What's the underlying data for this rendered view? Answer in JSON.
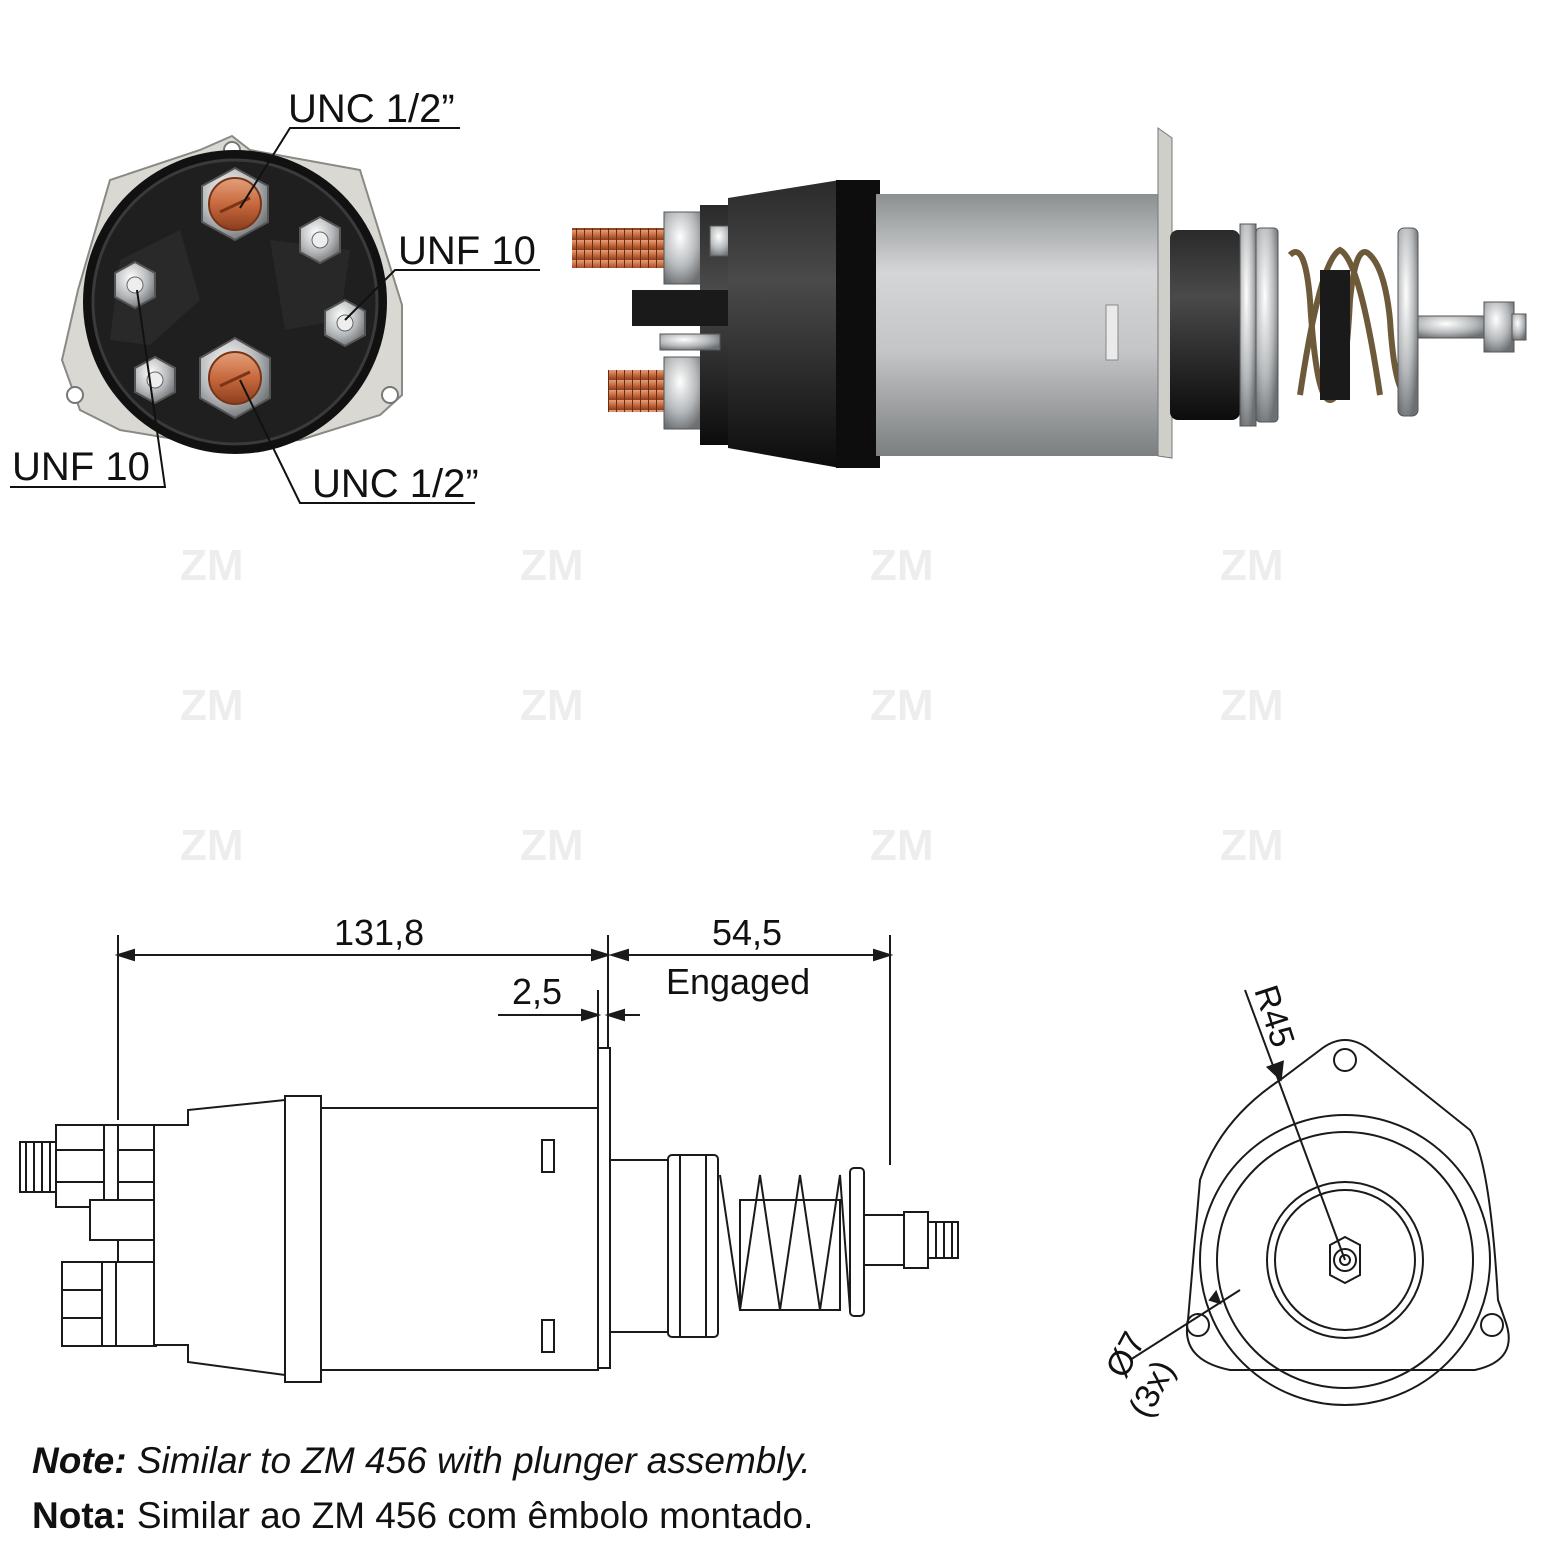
{
  "front_view_labels": {
    "top_terminal": "UNC 1/2”",
    "right_terminal": "UNF 10",
    "left_terminal": "UNF 10",
    "bottom_terminal": "UNC 1/2”"
  },
  "dimensions": {
    "overall_length": "131,8",
    "flange_thickness": "2,5",
    "plunger_length": "54,5",
    "plunger_state": "Engaged",
    "radius": "R45",
    "hole_diameter": "Ø7",
    "hole_count": "(3x)"
  },
  "watermark_brand": "ZM",
  "notes": {
    "en_label": "Note:",
    "en_text": "Similar to ZM 456 with plunger assembly.",
    "pt_label": "Nota:",
    "pt_text": "Similar ao ZM 456 com êmbolo montado."
  },
  "colors": {
    "copper": "#c8693e",
    "body_black": "#151515",
    "steel": "#b9bcbd",
    "line": "#1a1a1a"
  }
}
